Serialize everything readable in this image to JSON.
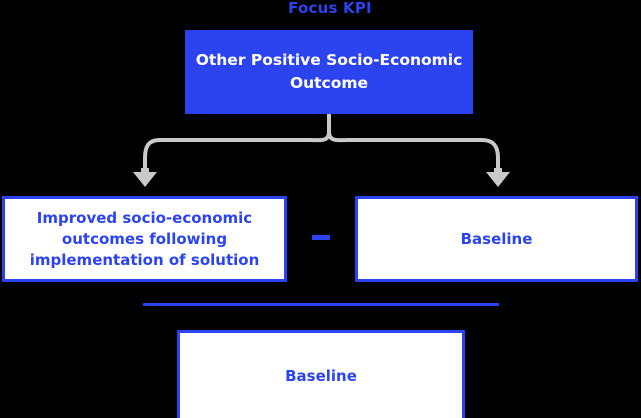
{
  "diagram": {
    "caption": "Focus KPI",
    "background_color": "#000000",
    "accent_color": "#2B44F0",
    "connector_color": "#C9C9C9",
    "box_fill_color": "#FFFFFF",
    "nodes": {
      "focus": {
        "label": "Other Positive Socio-Economic Outcome",
        "style": "filled",
        "text_color": "#FFFFFF"
      },
      "numerator_left": {
        "label": "Improved socio-economic outcomes following implementation of solution",
        "style": "outline",
        "text_color": "#2B44F0"
      },
      "numerator_right": {
        "label": "Baseline",
        "style": "outline",
        "text_color": "#2B44F0"
      },
      "denominator": {
        "label": "Baseline",
        "style": "outline",
        "text_color": "#2B44F0"
      }
    },
    "operators": {
      "minus": "−",
      "fraction_bar": "divide"
    }
  }
}
